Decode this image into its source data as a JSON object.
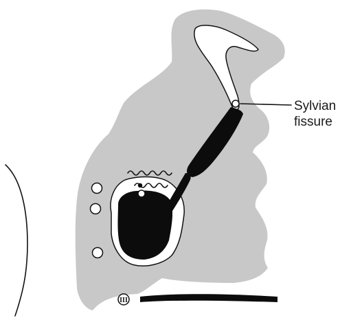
{
  "labels": {
    "sylvian_line1": "Sylvian",
    "sylvian_line2": "fissure",
    "nerve_numeral": "III"
  },
  "colors": {
    "tissue": "#c8c8c8",
    "ink": "#0c0c0c",
    "background": "#ffffff"
  }
}
